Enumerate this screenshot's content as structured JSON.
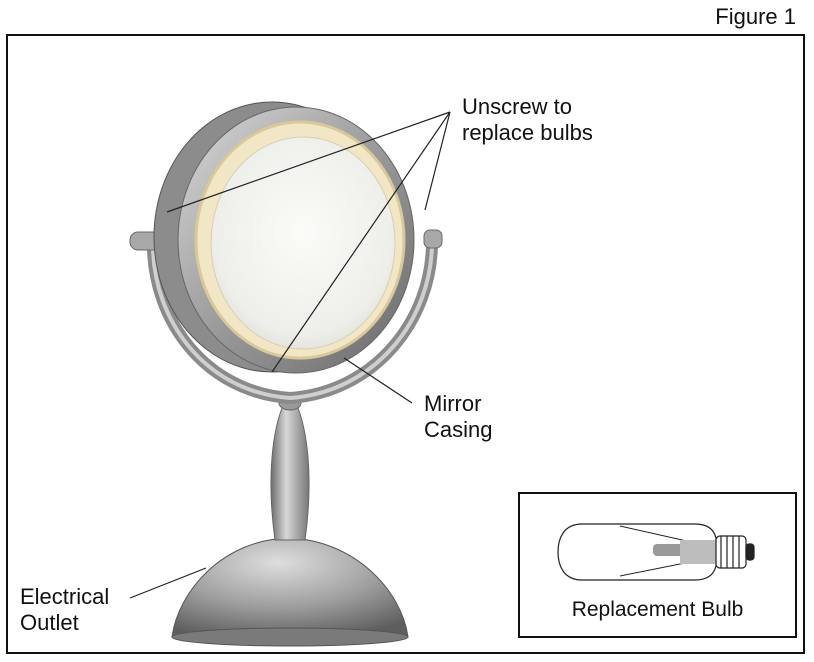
{
  "figure": {
    "label": "Figure 1"
  },
  "callouts": {
    "bulbs": {
      "line1": "Unscrew to",
      "line2": "replace bulbs"
    },
    "casing": {
      "line1": "Mirror",
      "line2": "Casing"
    },
    "outlet": {
      "line1": "Electrical",
      "line2": "Outlet"
    }
  },
  "inset": {
    "caption": "Replacement Bulb"
  },
  "icons": [
    "lighted-mirror-illustration",
    "replacement-bulb-icon"
  ]
}
